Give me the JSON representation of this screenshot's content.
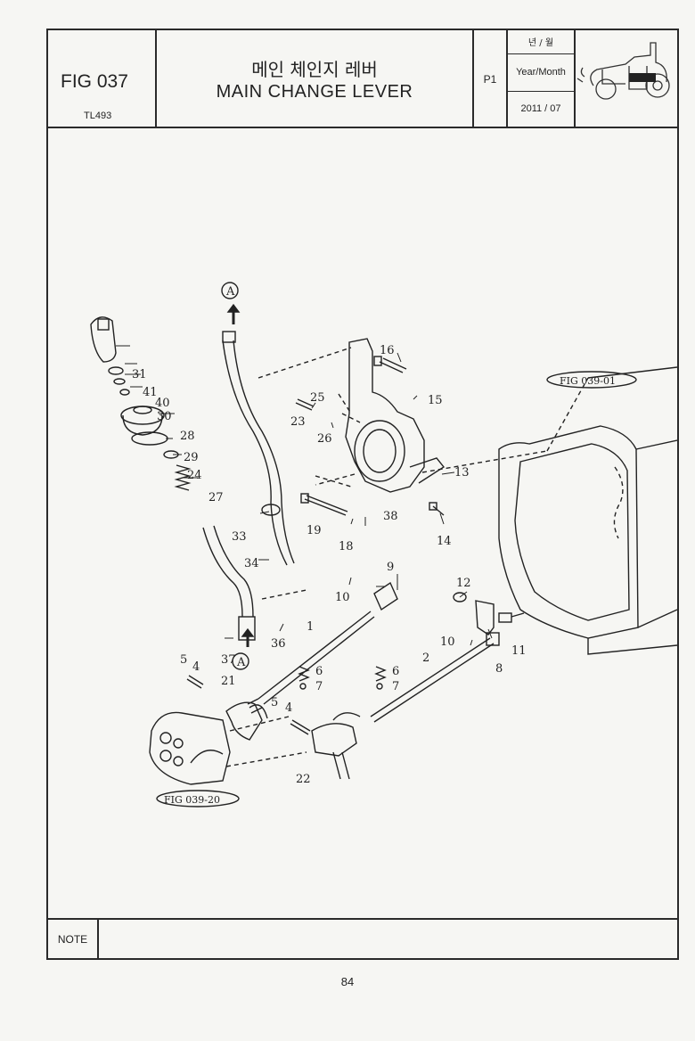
{
  "header": {
    "fig_label": "FIG 037",
    "model": "TL493",
    "title_ko": "메인 체인지 레버",
    "title_en": "MAIN CHANGE LEVER",
    "page_code": "P1",
    "date_label_ko": "년 / 월",
    "date_label_en": "Year/Month",
    "date_value": "2011 / 07"
  },
  "diagram": {
    "ref_top": "FIG 039-01",
    "ref_bottom": "FIG 039-20",
    "marker": "A",
    "part_numbers": [
      "1",
      "2",
      "4",
      "4",
      "5",
      "5",
      "6",
      "6",
      "7",
      "7",
      "8",
      "9",
      "10",
      "10",
      "11",
      "12",
      "13",
      "14",
      "15",
      "16",
      "18",
      "19",
      "21",
      "22",
      "23",
      "24",
      "25",
      "26",
      "27",
      "28",
      "29",
      "30",
      "31",
      "33",
      "34",
      "36",
      "37",
      "38",
      "40",
      "41"
    ]
  },
  "note_label": "NOTE",
  "page_number": "84"
}
